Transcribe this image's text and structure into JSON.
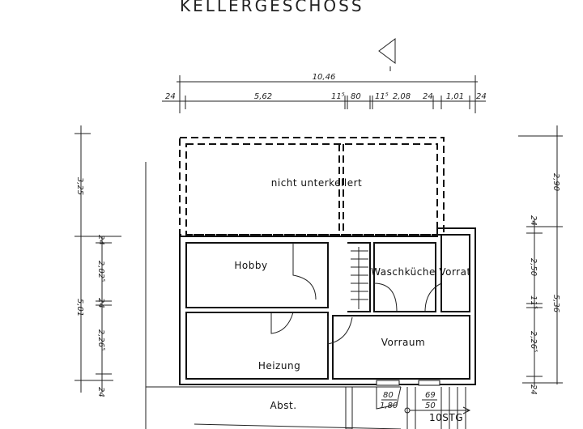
{
  "title": "KELLERGESCHOSS",
  "rooms": {
    "unexcavated": "nicht unterkellert",
    "hobby": "Hobby",
    "laundry": "Waschküche",
    "pantry": "Vorrat",
    "heating": "Heizung",
    "hall": "Vorraum",
    "storage": "Abst."
  },
  "dimensions": {
    "top_total": "10,46",
    "top_segments": [
      "24",
      "5,62",
      "11⁵",
      "80",
      "11⁵",
      "2,08",
      "24",
      "1,01",
      "24"
    ],
    "left_outer": [
      "3,25",
      "5,01"
    ],
    "left_inner": [
      "24",
      "2,02⁵",
      "24",
      "2,26⁵",
      "24"
    ],
    "right_outer": [
      "2,90",
      "5,36"
    ],
    "right_inner": [
      "24",
      "2,50",
      "11⁵",
      "2,26⁵",
      "24"
    ]
  },
  "windows": {
    "w1_top": "80",
    "w1_bottom": "1,80",
    "w2_top": "69",
    "w2_bottom": "50"
  },
  "stair_label": "10STG"
}
